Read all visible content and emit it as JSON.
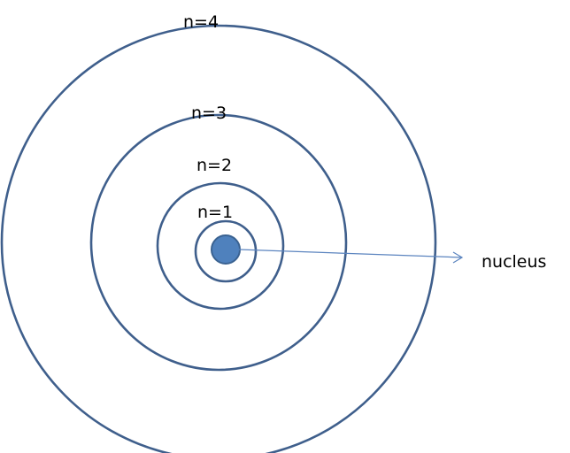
{
  "orbits": [
    {
      "label": "n=1"
    },
    {
      "label": "n=2"
    },
    {
      "label": "n=3"
    },
    {
      "label": "n=4"
    }
  ],
  "nucleus": {
    "label": "nucleus"
  },
  "colors": {
    "orbit_stroke": "#3f5f8c",
    "nucleus_fill": "#4f81bd",
    "pointer": "#5b84bf"
  }
}
